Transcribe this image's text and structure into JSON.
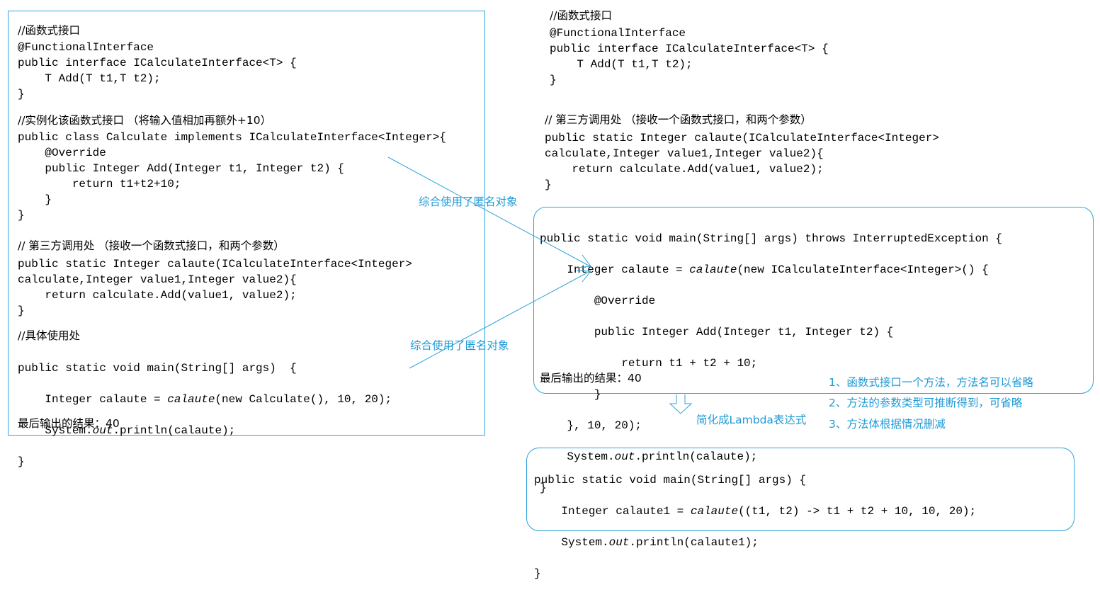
{
  "colors": {
    "accent": "#2ea3dc",
    "note_text": "#1e9ad6"
  },
  "left": {
    "comment_interface": "//函数式接口",
    "code_interface": "@FunctionalInterface\npublic interface ICalculateInterface<T> {\n    T Add(T t1,T t2);\n}",
    "comment_impl": "//实例化该函数式接口 （将输入值相加再额外+10）",
    "code_impl": "public class Calculate implements ICalculateInterface<Integer>{\n    @Override\n    public Integer Add(Integer t1, Integer t2) {\n        return t1+t2+10;\n    }\n}",
    "comment_third": "// 第三方调用处 （接收一个函数式接口，和两个参数）",
    "code_third": "public static Integer calaute(ICalculateInterface<Integer>\ncalculate,Integer value1,Integer value2){\n    return calculate.Add(value1, value2);\n}",
    "comment_usage": "//具体使用处",
    "main_line1": "public static void main(String[] args)  {",
    "main_line2_pre": "    Integer calaute = ",
    "main_line2_italic": "calaute",
    "main_line2_post": "(new Calculate(), 10, 20);",
    "main_line3_pre": "    System.",
    "main_line3_italic": "out",
    "main_line3_post": ".println(calaute);",
    "main_line4": "}",
    "result": "最后输出的结果：40"
  },
  "right_top": {
    "comment_interface": "//函数式接口",
    "code_interface": "@FunctionalInterface\npublic interface ICalculateInterface<T> {\n    T Add(T t1,T t2);\n}",
    "comment_third": "// 第三方调用处 （接收一个函数式接口，和两个参数）",
    "code_third": "public static Integer calaute(ICalculateInterface<Integer>\ncalculate,Integer value1,Integer value2){\n    return calculate.Add(value1, value2);\n}"
  },
  "anon_box": {
    "line1": "public static void main(String[] args) throws InterruptedException {",
    "line2_pre": "    Integer calaute = ",
    "line2_italic": "calaute",
    "line2_post": "(new ICalculateInterface<Integer>() {",
    "line3": "        @Override",
    "line4": "        public Integer Add(Integer t1, Integer t2) {",
    "line5": "            return t1 + t2 + 10;",
    "line6": "        }",
    "line7": "    }, 10, 20);",
    "line8_pre": "    System.",
    "line8_italic": "out",
    "line8_post": ".println(calaute);",
    "line9": "}",
    "result": "最后输出的结果：40"
  },
  "notes": {
    "anon_label_1": "综合使用了匿名对象",
    "anon_label_2": "综合使用了匿名对象",
    "simplify_label": "简化成Lambda表达式",
    "rule_1": "1、函数式接口一个方法，方法名可以省略",
    "rule_2": "2、方法的参数类型可推断得到，可省略",
    "rule_3": "3、方法体根据情况删减"
  },
  "lambda_box": {
    "line1": "public static void main(String[] args) {",
    "line2_pre": "    Integer calaute1 = ",
    "line2_italic": "calaute",
    "line2_post": "((t1, t2) -> t1 + t2 + 10, 10, 20);",
    "line3_pre": "    System.",
    "line3_italic": "out",
    "line3_post": ".println(calaute1);",
    "line4": "}"
  }
}
